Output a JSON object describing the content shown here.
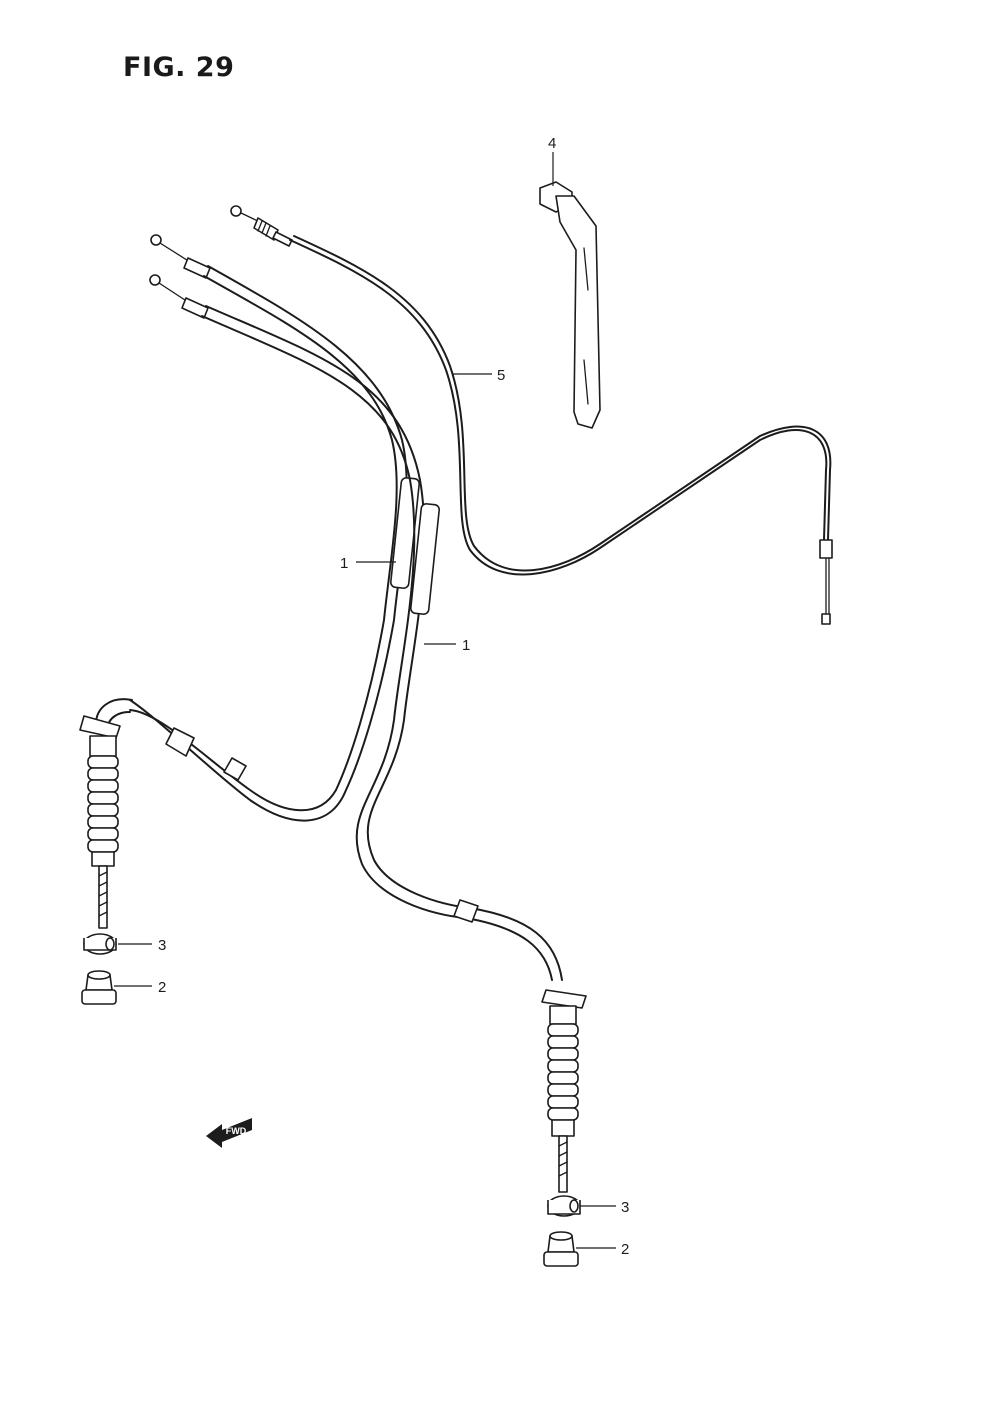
{
  "figure": {
    "title": "FIG. 29"
  },
  "callouts": {
    "c1a": "1",
    "c1b": "1",
    "c2a": "2",
    "c2b": "2",
    "c3a": "3",
    "c3b": "3",
    "c4": "4",
    "c5": "5"
  },
  "fwd_label": "FWD"
}
